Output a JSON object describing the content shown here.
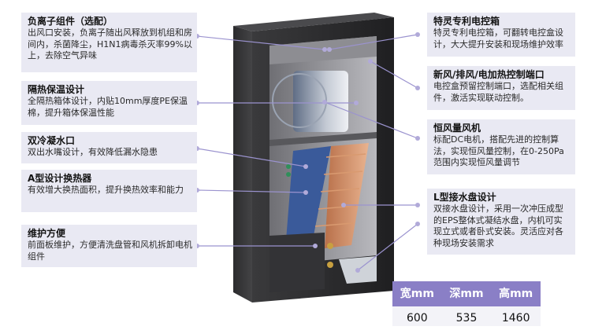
{
  "features": {
    "anion": {
      "title": "负离子组件（选配）",
      "desc": "出风口安装，负离子随出风释放到机组和房间内，杀菌降尘，H1N1病毒杀灭率99%以上，去除空气异味"
    },
    "insulation": {
      "title": "隔热保温设计",
      "desc": "全隔热箱体设计，内贴10mm厚度PE保温棉，提升箱体保温性能"
    },
    "drain": {
      "title": "双冷凝水口",
      "desc": "双出水嘴设计，有效降低漏水隐患"
    },
    "coil": {
      "title": "A型设计换热器",
      "desc": "有效增大换热面积，提升换热效率和能力"
    },
    "maintenance": {
      "title": "维护方便",
      "desc": "前面板维护，方便清洗盘管和风机拆卸电机组件"
    },
    "control_box": {
      "title": "特灵专利电控箱",
      "desc": "特灵专利电控箱，可翻转电控盒设计，大大提升安装和现场维护效率"
    },
    "ports": {
      "title": "新风/排风/电加热控制端口",
      "desc": "电控盒预留控制端口，选配相关组件，激活实现联动控制。"
    },
    "fan": {
      "title": "恒风量风机",
      "desc": "标配DC电机，搭配先进的控制算法，实现恒风量控制，在0-250Pa范围内实现恒风量调节"
    },
    "drain_pan": {
      "title": "L型接水盘设计",
      "desc": "双接水盘设计，采用一次冲压成型的EPS整体式凝结水盘，内机可实现立式或者卧式安装。灵活应对各种现场安装需求"
    }
  },
  "dimensions": {
    "headers": {
      "width": "宽mm",
      "depth": "深mm",
      "height": "高mm"
    },
    "values": {
      "width": "600",
      "depth": "535",
      "height": "1460"
    }
  },
  "colors": {
    "accent": "#8a7fc6",
    "card_bg": "#e9e9f3",
    "connector": "#9b93cf"
  }
}
